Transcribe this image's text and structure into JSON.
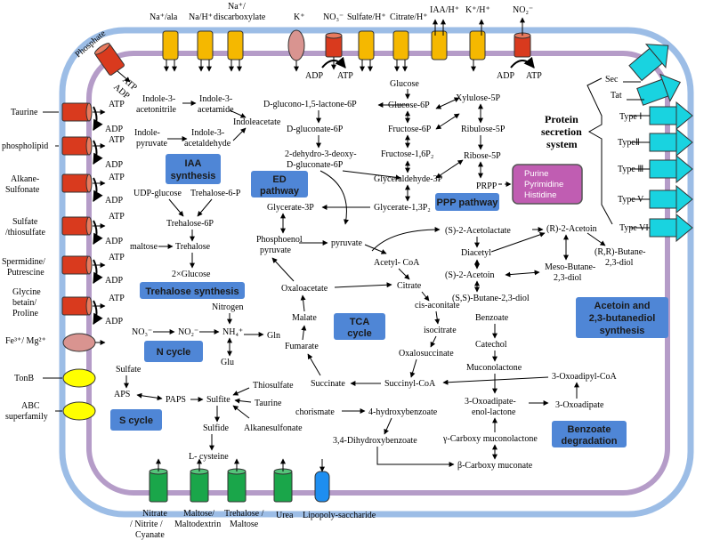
{
  "colors": {
    "outer_membrane": "#9cbde6",
    "inner_membrane": "#b59cc8",
    "pathway_box": "#4f86d6",
    "abc_transporter": "#d93a1e",
    "cation_channel": "#f5b800",
    "outer_channel": "#1aa64a",
    "secretion": "#19d3e0",
    "purine_box": "#c05db2",
    "tonb": "#ffff00",
    "ferric": "#d99490"
  },
  "membrane_transporters": {
    "top": [
      "Na⁺/ala",
      "Na/H⁺",
      "Na⁺/",
      "discarboxylate",
      "K⁺",
      "NO₃⁻",
      "Sulfate/H⁺",
      "Citrate/H⁺",
      "IAA/H⁺",
      "K⁺/H⁺",
      "NO₂⁻"
    ],
    "atp": "ATP",
    "adp": "ADP",
    "left": [
      "Phosphate",
      "Taurine",
      "phospholipid",
      "Alkane-",
      "Sulfonate",
      "Sulfate",
      "/thiosulfate",
      "Spermidine/",
      "Putrescine",
      "Glycine",
      "betain/",
      "Proline",
      "Fe³⁺/ Mg²⁺",
      "TonB",
      "ABC",
      "superfamily"
    ],
    "bottom": [
      "Nitrate",
      "/ Nitrite /",
      "Cyanate",
      "Maltose/",
      "Maltodextrin",
      "Trehalose /",
      "Maltose",
      "Urea",
      "Lipopoly-saccharide"
    ]
  },
  "secretion_system": {
    "title_lines": [
      "Protein",
      "secretion",
      "system"
    ],
    "types": [
      "Sec",
      "Tat",
      "Type Ⅰ",
      "TypeⅡ",
      "Type Ⅲ",
      "Type V",
      "Type VI"
    ]
  },
  "pathway_boxes": {
    "iaa": [
      "IAA",
      "synthesis"
    ],
    "trehalose": "Trehalose synthesis",
    "ed": [
      "ED",
      "pathway"
    ],
    "ppp": "PPP pathway",
    "n_cycle": "N cycle",
    "s_cycle": "S cycle",
    "tca": [
      "TCA",
      "cycle"
    ],
    "acetoin": [
      "Acetoin and",
      "2,3-butanediol",
      "synthesis"
    ],
    "benzoate": [
      "Benzoate",
      "degradation"
    ],
    "purine": [
      "Purine",
      "Pyrimidine",
      "Histidine"
    ]
  },
  "metabolites": {
    "iaa": [
      "Indole-3-",
      "acetonitrile",
      "Indole-3-",
      "acetamide",
      "Indoleacetate",
      "Indole-",
      "pyruvate",
      "Indole-3-",
      "acetaldehyde"
    ],
    "trehalose": [
      "UDP-glucose",
      "Trehalose-6-P",
      "Trehalose-6P",
      "maltose",
      "Trehalose",
      "2×Glucose"
    ],
    "ed": [
      "D-glucono-1,5-lactone-6P",
      "D-gluconate-6P",
      "2-dehydro-3-deoxy-",
      "D-gluconate-6P"
    ],
    "glycolysis": [
      "Glucose",
      "Glucose-6P",
      "Fructose-6P",
      "Fructose-1,6P₂",
      "Glyceraldehyde-3P",
      "Glycerate-3P",
      "Glycerate-1,3P₂",
      "Phosphoenol",
      "pyruvate",
      "pyruvate",
      "Acetyl- CoA"
    ],
    "ppp": [
      "Xylulose-5P",
      "Ribulose-5P",
      "Ribose-5P",
      "PRPP"
    ],
    "tca": [
      "Citrate",
      "cis-aconitate",
      "isocitrate",
      "Oxalosuccinate",
      "Succinyl-CoA",
      "Succinate",
      "Fumarate",
      "Malate",
      "Oxaloacetate"
    ],
    "nitrogen": [
      "NO₃⁻",
      "NO₂⁻",
      "NH₄⁺",
      "Nitrogen",
      "Gln",
      "Glu"
    ],
    "sulfur": [
      "Sulfate",
      "APS",
      "PAPS",
      "Sulfite",
      "Thiosulfate",
      "Taurine",
      "Alkanesulfonate",
      "Sulfide",
      "L- cysteine"
    ],
    "acetoin": [
      "(S)-2-Acetolactate",
      "(R)-2-Acetoin",
      "Diacetyl",
      "(S)-2-Acetoin",
      "Meso-Butane-",
      "2,3-diol",
      "(R,R)-Butane-",
      "2,3-diol",
      "(S,S)-Butane-2,3-diol"
    ],
    "benzoate": [
      "Benzoate",
      "Catechol",
      "Muconolactone",
      "3-Oxoadipyl-CoA",
      "3-Oxoadipate-",
      "enol-lactone",
      "3-Oxoadipate",
      "γ-Carboxy muconolactone",
      "β-Carboxy muconate",
      "chorismate",
      "4-hydroxybenzoate",
      "3,4-Dihydroxybenzoate"
    ]
  }
}
